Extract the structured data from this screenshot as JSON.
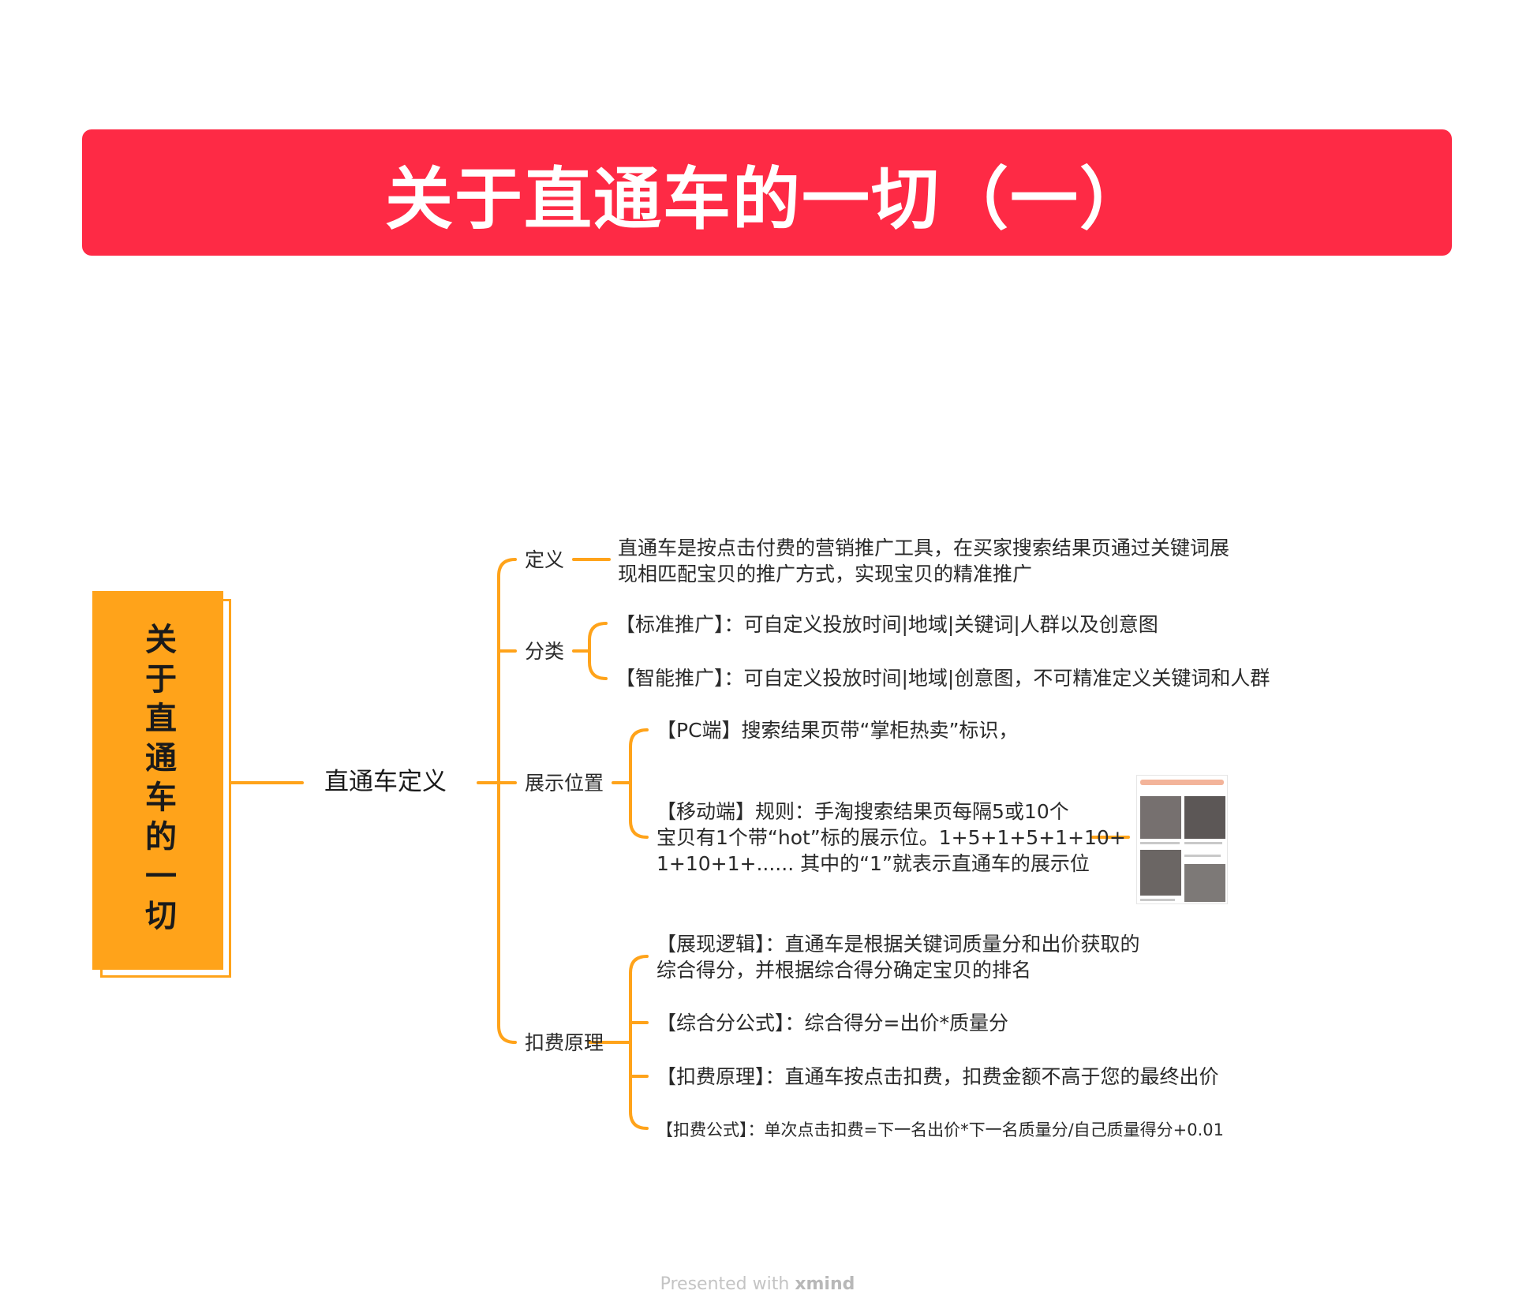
{
  "title": "关于直通车的一切（一）",
  "root": {
    "text": "关于直通车的一切"
  },
  "main": {
    "text": "直通车定义"
  },
  "branches": {
    "definition": {
      "label": "定义",
      "content": [
        "直通车是按点击付费的营销推广工具，在买家搜索结果页通过关键词展",
        "现相匹配宝贝的推广方式，实现宝贝的精准推广"
      ]
    },
    "category": {
      "label": "分类",
      "items": [
        "【标准推广】：可自定义投放时间|地域|关键词|人群以及创意图",
        "【智能推广】：可自定义投放时间|地域|创意图，不可精准定义关键词和人群"
      ]
    },
    "position": {
      "label": "展示位置",
      "pc": "【PC端】搜索结果页带“掌柜热卖”标识，",
      "mobile": [
        "【移动端】规则：手淘搜索结果页每隔5或10个",
        "宝贝有1个带“hot”标的展示位。1+5+1+5+1+10+",
        "1+10+1+...... 其中的“1”就表示直通车的展示位"
      ]
    },
    "billing": {
      "label": "扣费原理",
      "items": [
        [
          "【展现逻辑】：直通车是根据关键词质量分和出价获取的",
          "综合得分，并根据综合得分确定宝贝的排名"
        ],
        [
          "【综合分公式】：综合得分=出价*质量分"
        ],
        [
          "【扣费原理】：直通车按点击扣费，扣费金额不高于您的最终出价"
        ],
        [
          "【扣费公式】：单次点击扣费=下一名出价*下一名质量分/自己质量得分+0.01"
        ]
      ]
    }
  },
  "footer": {
    "prefix": "Presented with ",
    "brand": "xmind"
  },
  "colors": {
    "banner": "#fe2a45",
    "accent": "#ffa31a",
    "text": "#222222"
  }
}
